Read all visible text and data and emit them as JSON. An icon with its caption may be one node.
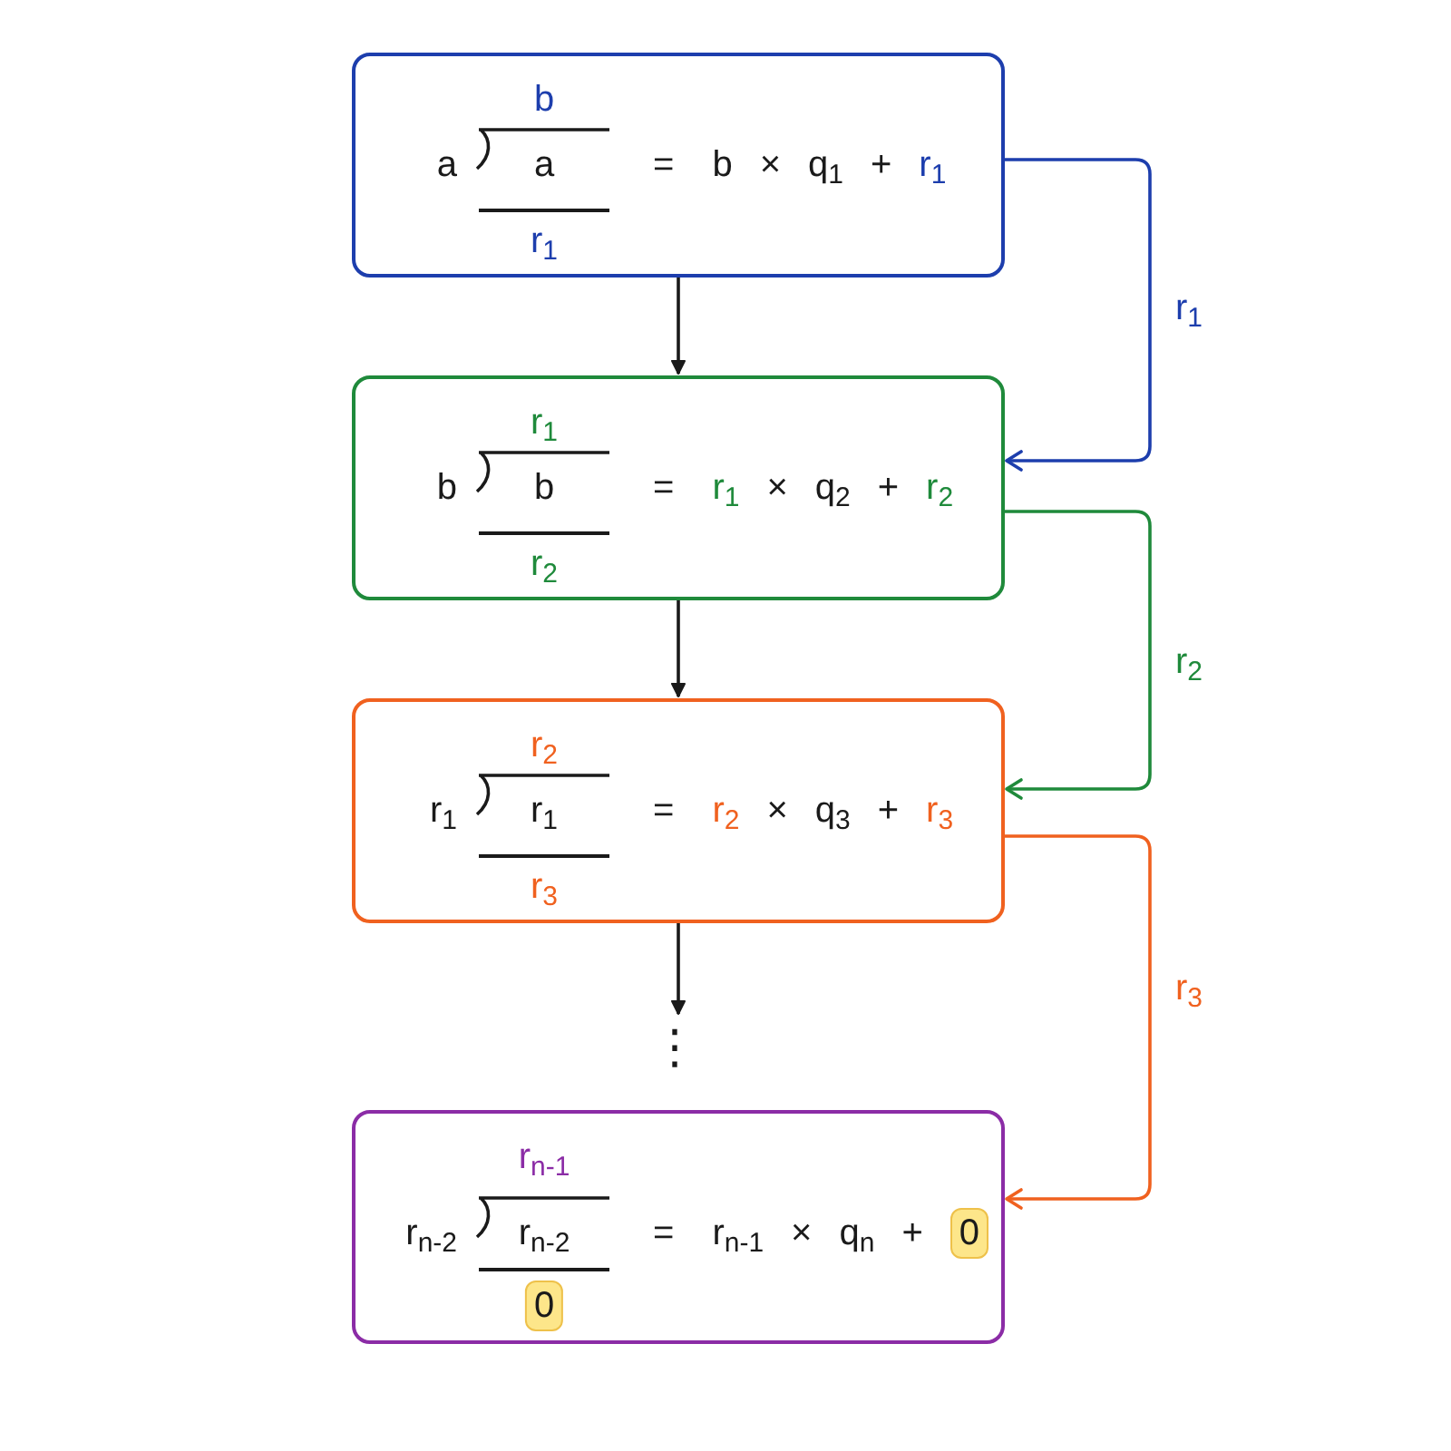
{
  "diagram": {
    "nodes": [
      {
        "text": [
          "b",
          "a",
          "a",
          "=",
          "b",
          "×",
          "q$_{1}$",
          "+",
          "r$_{1}$",
          "r$_{1}$"
        ]
      },
      {
        "text": [
          "r$_{1}$",
          "b",
          "b",
          "=",
          "r$_{1}$",
          "×",
          "q$_{2}$",
          "+",
          "r$_{2}$",
          "r$_{2}$"
        ]
      },
      {
        "text": [
          "r$_{2}$",
          "r$_{1}$",
          "r$_{1}$",
          "=",
          "r$_{2}$",
          "×",
          "q$_{3}$",
          "+",
          "r$_{3}$",
          "r$_{3}$"
        ]
      },
      {
        "text": [
          "⋮"
        ]
      },
      {
        "text": [
          "r$_{n-1}$",
          "r$_{n-2}$",
          "r$_{n-2}$",
          "=",
          "r$_{n-1}$",
          "×",
          "q$_{n}$",
          "+",
          "0",
          "0"
        ]
      }
    ],
    "edges": [
      {
        "from": 0,
        "to": 1,
        "arrow": "to"
      },
      {
        "from": 1,
        "to": 2,
        "arrow": "to"
      },
      {
        "from": 2,
        "to": 3,
        "arrow": "to"
      },
      {
        "from": 0,
        "to": 1,
        "arrow": "to",
        "label": "r$_{1}$",
        "color": "#1d3ead"
      },
      {
        "from": 1,
        "to": 2,
        "arrow": "to",
        "label": "r$_{2}$",
        "color": "#1f8a3b"
      },
      {
        "from": 2,
        "to": 4,
        "arrow": "to",
        "label": "r$_{3}$",
        "color": "#f0611f"
      }
    ]
  }
}
